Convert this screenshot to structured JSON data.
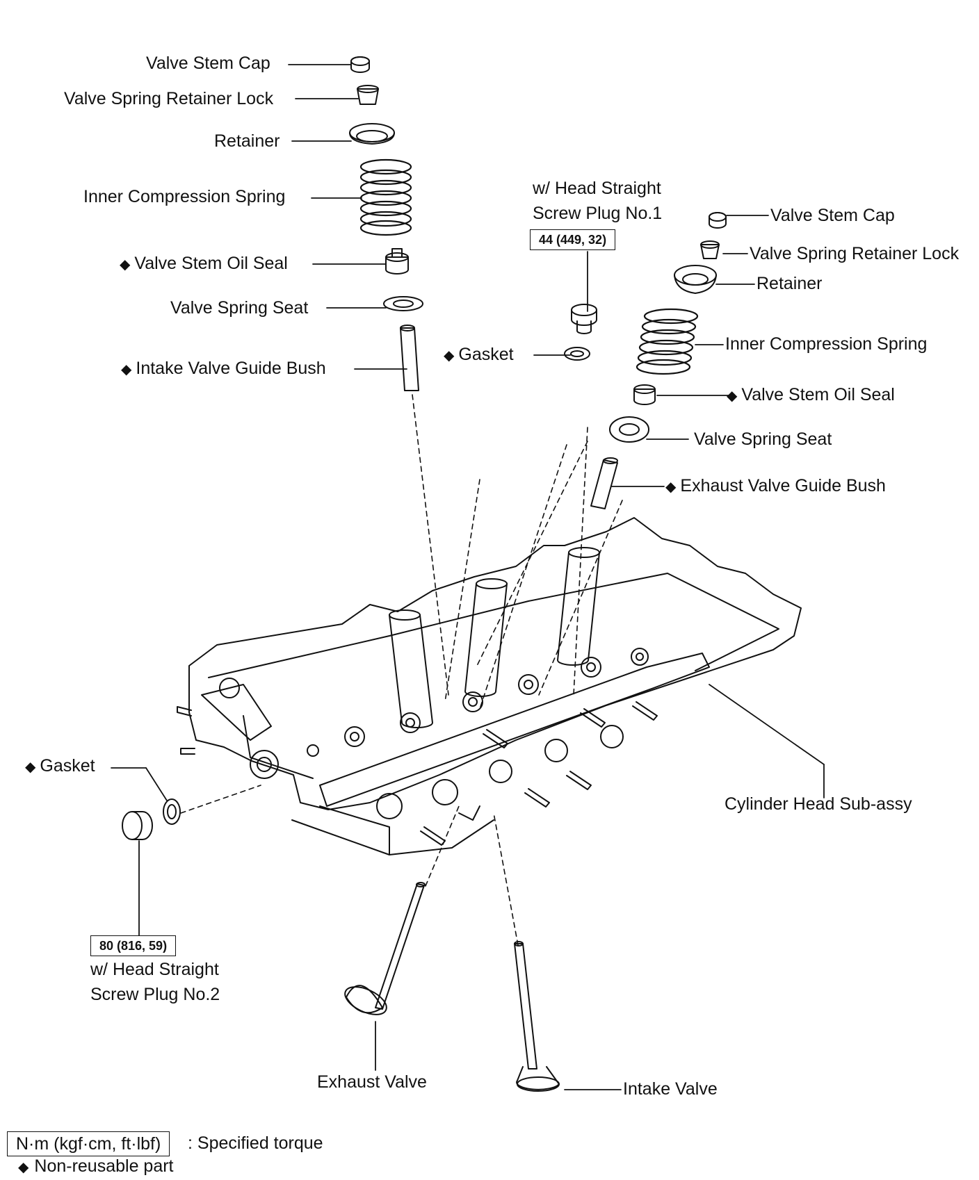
{
  "non_reusable_mark": "◆",
  "left_stack": {
    "valve_stem_cap": "Valve Stem Cap",
    "retainer_lock": "Valve Spring Retainer Lock",
    "retainer": "Retainer",
    "inner_spring": "Inner Compression Spring",
    "oil_seal": "Valve Stem Oil Seal",
    "spring_seat": "Valve Spring Seat",
    "guide_bush": "Intake Valve Guide Bush"
  },
  "right_stack": {
    "valve_stem_cap": "Valve Stem Cap",
    "retainer_lock": "Valve Spring Retainer Lock",
    "retainer": "Retainer",
    "inner_spring": "Inner Compression Spring",
    "oil_seal": "Valve Stem Oil Seal",
    "spring_seat": "Valve Spring Seat",
    "guide_bush": "Exhaust Valve Guide Bush"
  },
  "plug1": {
    "line1": "w/ Head Straight",
    "line2": "Screw Plug No.1",
    "torque": "44 (449, 32)",
    "gasket": "Gasket"
  },
  "plug2": {
    "line1": "w/ Head Straight",
    "line2": "Screw Plug No.2",
    "torque": "80 (816, 59)",
    "gasket": "Gasket"
  },
  "cylinder_head": "Cylinder Head Sub-assy",
  "exhaust_valve": "Exhaust Valve",
  "intake_valve": "Intake Valve",
  "legend": {
    "torque_unit": "N·m (kgf·cm, ft·lbf)",
    "torque_desc": ": Specified torque",
    "nonreusable_desc": "Non-reusable part"
  }
}
